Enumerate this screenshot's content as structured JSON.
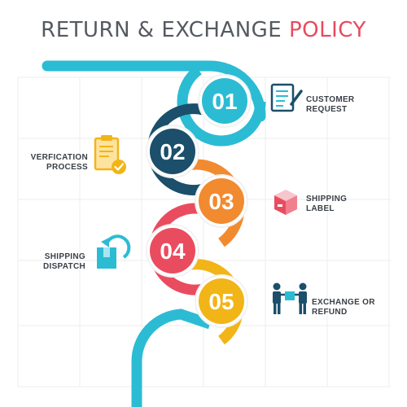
{
  "title": {
    "main": "RETURN & EXCHANGE ",
    "accent": "POLICY"
  },
  "colors": {
    "teal": "#2bbcd4",
    "navy": "#1b4f6b",
    "orange": "#f28a2f",
    "red": "#ea4c5f",
    "yellow": "#f2b517",
    "gold_icon": "#f2b517",
    "text_dark": "#3a3f47",
    "title_gray": "#555a61",
    "accent_red": "#e84a5f"
  },
  "steps": [
    {
      "number": "01",
      "label_line1": "CUSTOMER",
      "label_line2": "REQUEST",
      "color": "#2bbcd4",
      "icon": "form-icon"
    },
    {
      "number": "02",
      "label_line1": "VERFICATION",
      "label_line2": "PROCESS",
      "color": "#1b4f6b",
      "icon": "clipboard-check-icon"
    },
    {
      "number": "03",
      "label_line1": "SHIPPING",
      "label_line2": "LABEL",
      "color": "#f28a2f",
      "icon": "package-icon"
    },
    {
      "number": "04",
      "label_line1": "SHIPPING",
      "label_line2": "DISPATCH",
      "color": "#ea4c5f",
      "icon": "return-box-icon"
    },
    {
      "number": "05",
      "label_line1": "EXCHANGE OR",
      "label_line2": "REFUND",
      "color": "#f2b517",
      "icon": "exchange-people-icon"
    }
  ]
}
